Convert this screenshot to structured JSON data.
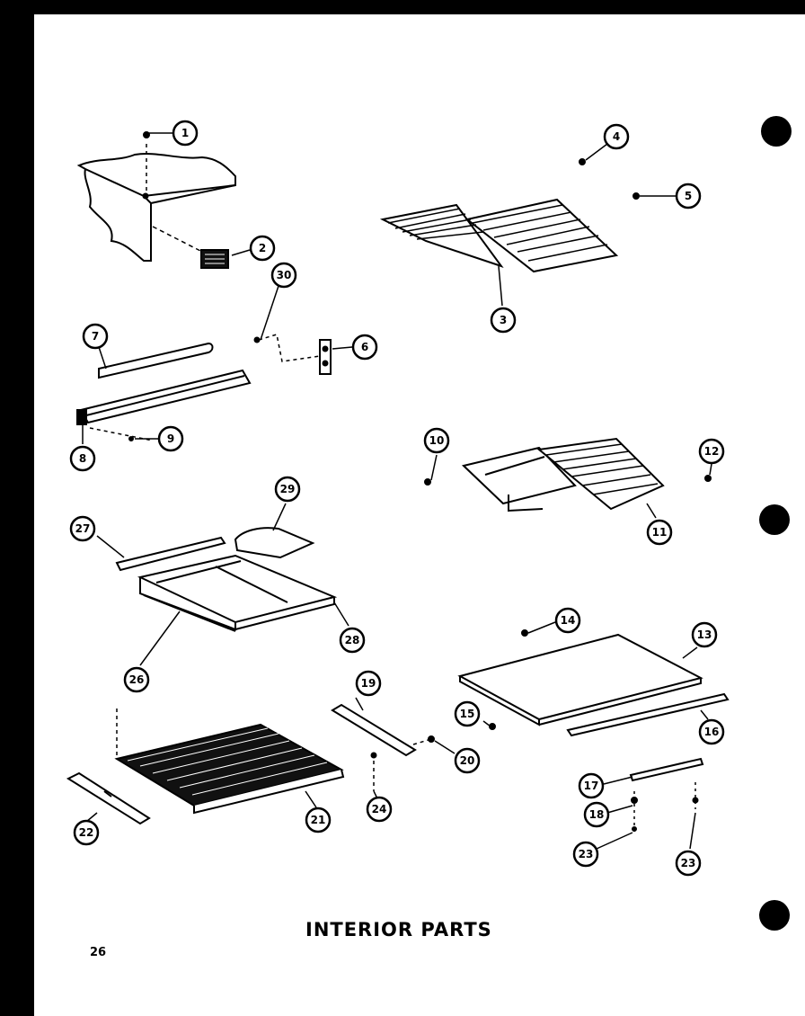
{
  "title": "INTERIOR PARTS",
  "page_number": "26",
  "callouts": [
    "1",
    "2",
    "3",
    "4",
    "5",
    "6",
    "7",
    "8",
    "9",
    "10",
    "11",
    "12",
    "13",
    "14",
    "15",
    "16",
    "17",
    "18",
    "19",
    "20",
    "21",
    "22",
    "23",
    "23",
    "24",
    "26",
    "27",
    "28",
    "29",
    "30"
  ]
}
